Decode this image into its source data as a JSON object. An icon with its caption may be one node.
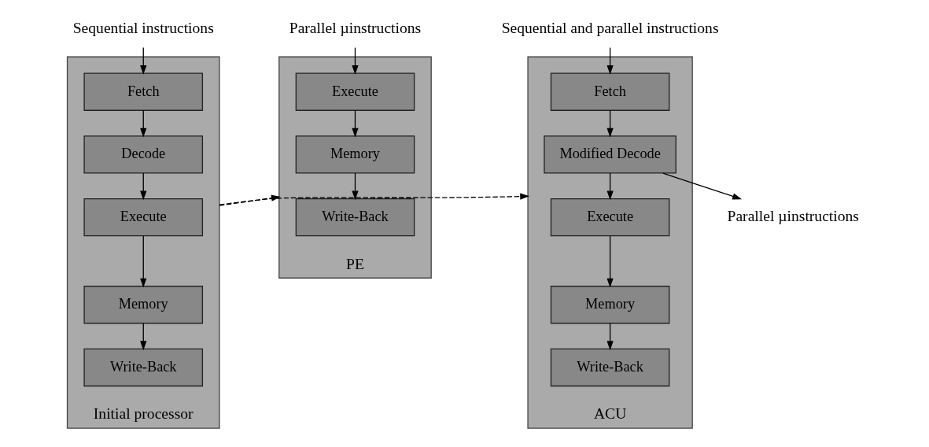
{
  "diagram": {
    "nodes": [
      {
        "text": [
          "ACU"
        ]
      },
      {
        "text": [
          "Fetch"
        ],
        "in": 0
      },
      {
        "text": [
          "Modified Decode"
        ],
        "in": 0
      },
      {
        "text": [
          "Execute"
        ],
        "in": 0
      },
      {
        "text": [
          "Memory"
        ],
        "in": 0
      },
      {
        "text": [
          "Write-Back"
        ],
        "in": 0
      },
      {
        "text": [
          "Initial processor"
        ]
      },
      {
        "text": [
          "Fetch"
        ],
        "in": 6
      },
      {
        "text": [
          "Decode"
        ],
        "in": 6
      },
      {
        "text": [
          "Execute"
        ],
        "in": 6
      },
      {
        "text": [
          "Memory"
        ],
        "in": 6
      },
      {
        "text": [
          "Write-Back"
        ],
        "in": 6
      },
      {
        "text": [
          "PE"
        ]
      },
      {
        "text": [
          "Execute"
        ],
        "in": 12
      },
      {
        "text": [
          "Memory"
        ],
        "in": 12
      },
      {
        "text": [
          "Write-Back"
        ],
        "in": 12
      },
      {
        "text": [
          "Sequential and parallel instructions"
        ]
      },
      {
        "text": [
          "Parallel µinstructions"
        ]
      },
      {
        "text": [
          "Sequential instructions"
        ]
      },
      {
        "text": [
          "Parallel µinstructions"
        ]
      }
    ],
    "edges": [
      {
        "from": 16,
        "to": 1,
        "arrow": "to"
      },
      {
        "from": 1,
        "to": 2,
        "arrow": "to"
      },
      {
        "from": 2,
        "to": 3,
        "arrow": "to"
      },
      {
        "from": 3,
        "to": 4,
        "arrow": "to"
      },
      {
        "from": 4,
        "to": 5,
        "arrow": "to"
      },
      {
        "from": 2,
        "to": 17,
        "arrow": "to"
      },
      {
        "from": 18,
        "to": 7,
        "arrow": "to"
      },
      {
        "from": 7,
        "to": 8,
        "arrow": "to"
      },
      {
        "from": 8,
        "to": 9,
        "arrow": "to"
      },
      {
        "from": 9,
        "to": 10,
        "arrow": "to"
      },
      {
        "from": 10,
        "to": 11,
        "arrow": "to"
      },
      {
        "from": 6,
        "to": 0,
        "arrow": "to",
        "style": "dashed"
      },
      {
        "from": 6,
        "to": 12,
        "arrow": "to",
        "style": "dashed"
      },
      {
        "from": 19,
        "to": 13,
        "arrow": "to"
      },
      {
        "from": 13,
        "to": 14,
        "arrow": "to"
      },
      {
        "from": 14,
        "to": 15,
        "arrow": "to"
      }
    ]
  }
}
